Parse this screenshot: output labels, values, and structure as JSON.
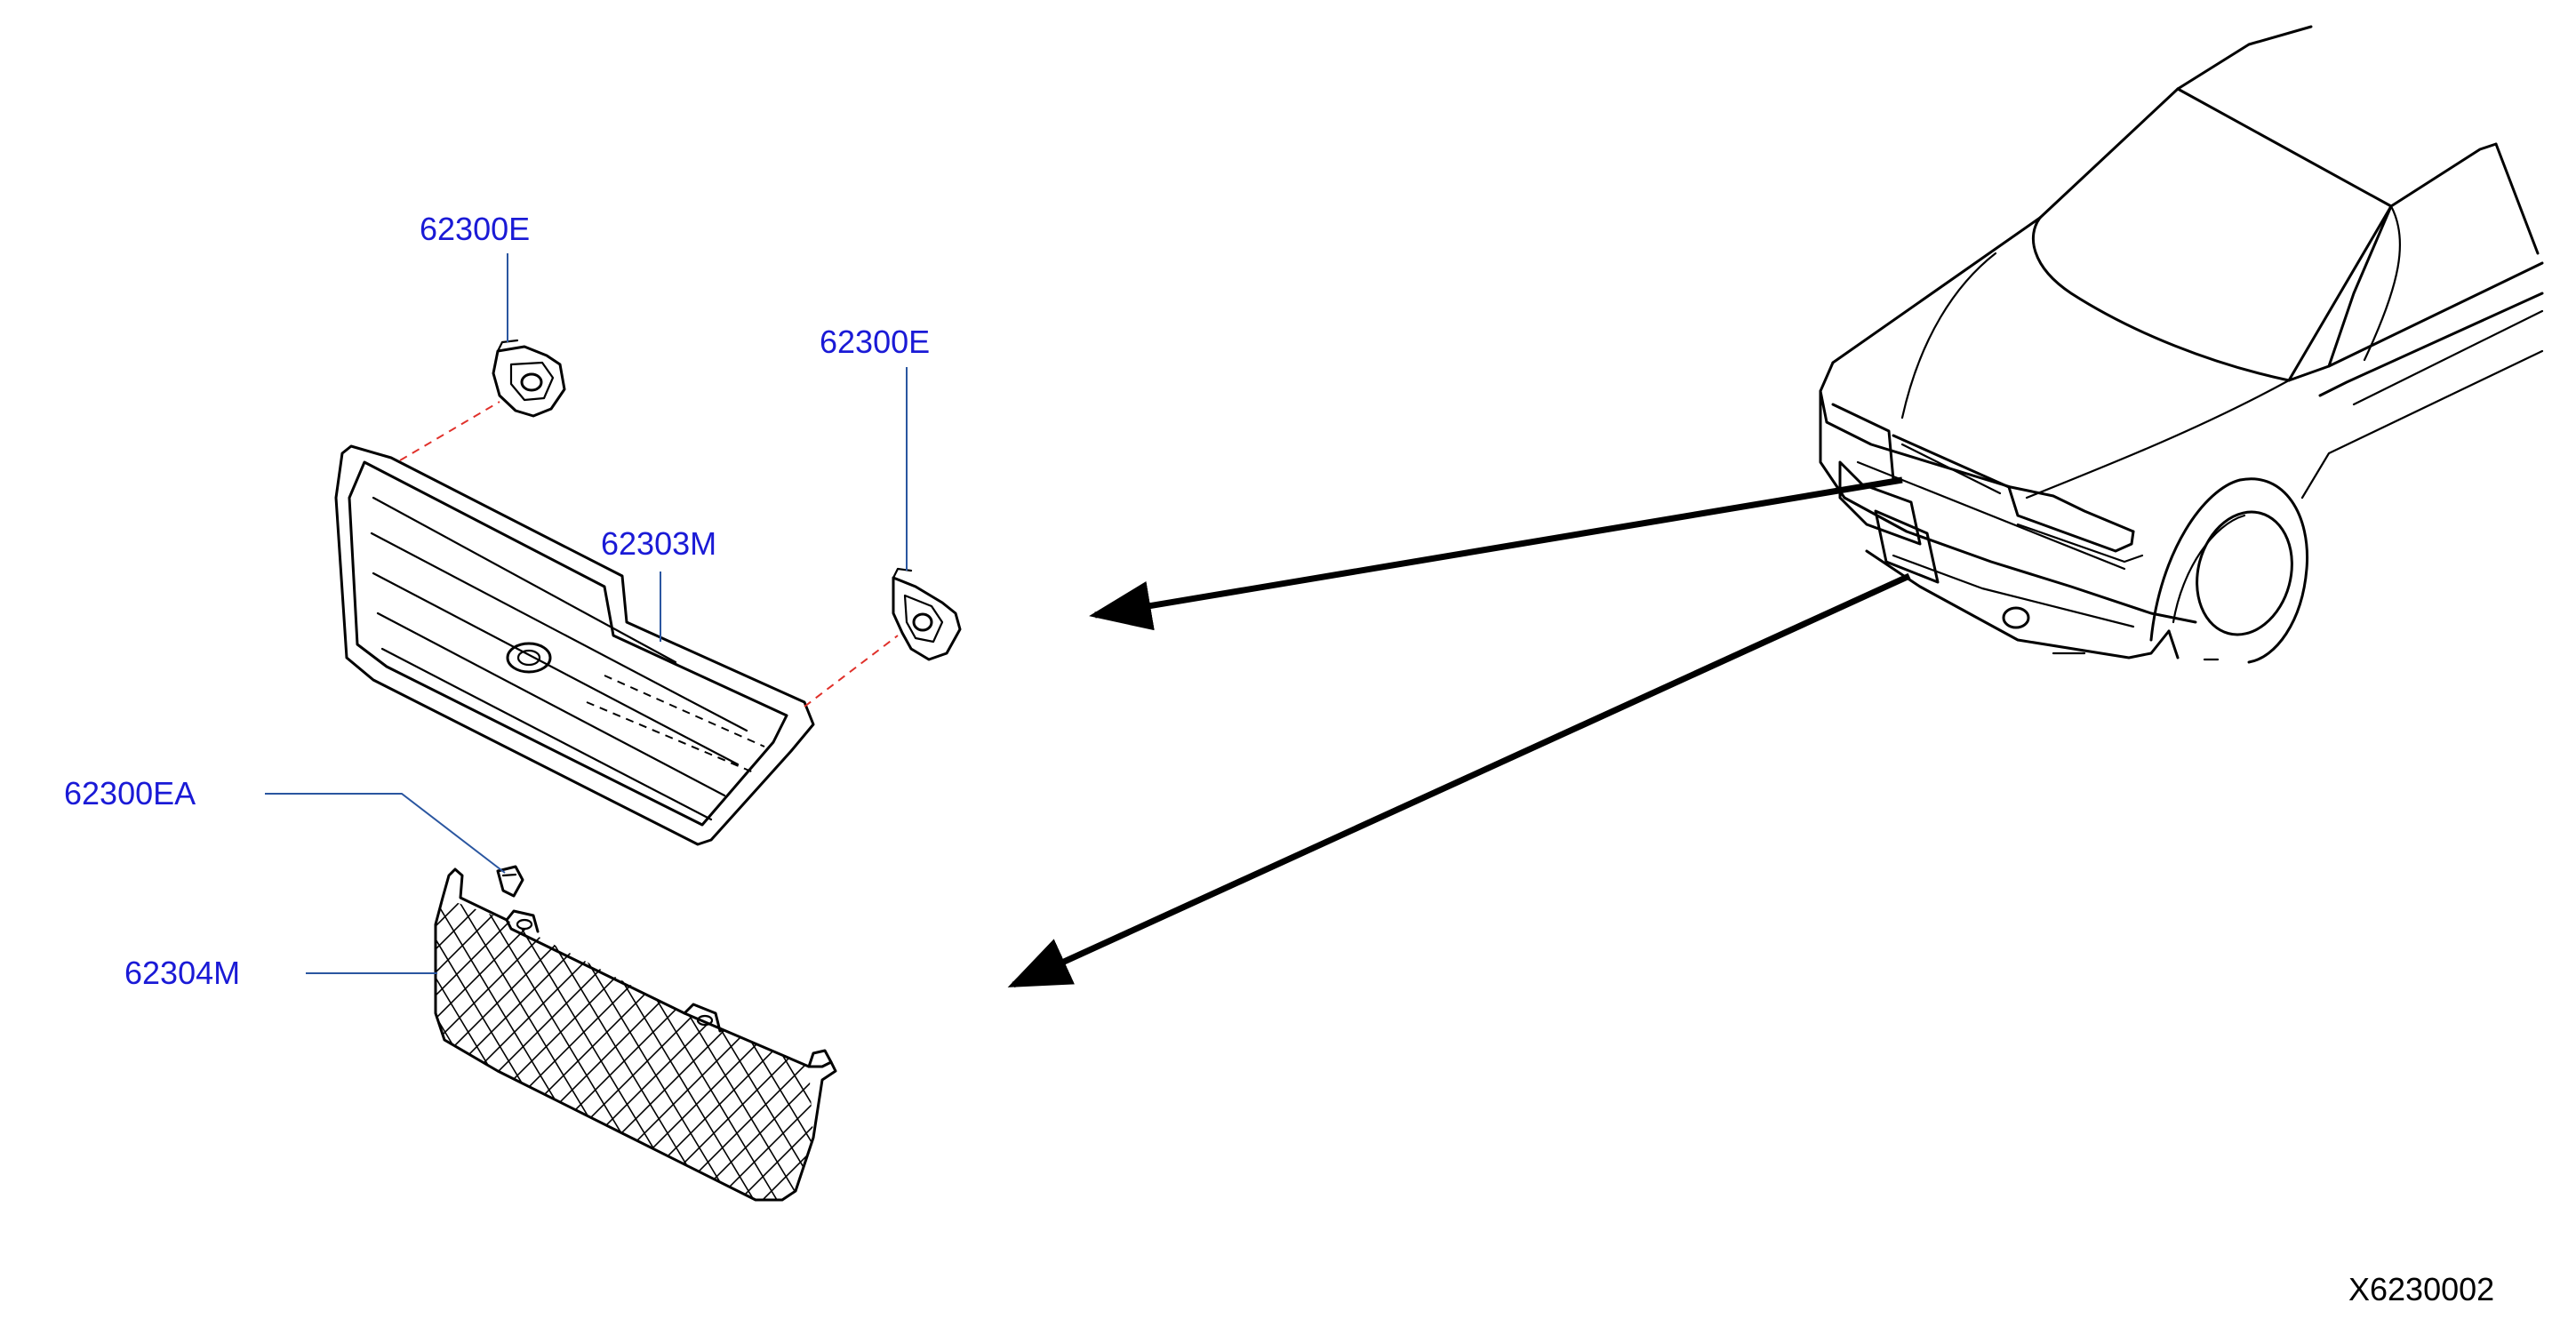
{
  "colors": {
    "callout": "#1a1ad6",
    "leader": "#2a56a0",
    "dashed_link": "#e0302a",
    "line": "#000000",
    "background": "#ffffff"
  },
  "callouts": [
    {
      "id": "clip-upper-left",
      "text": "62300E"
    },
    {
      "id": "clip-upper-right",
      "text": "62300E"
    },
    {
      "id": "grille-upper",
      "text": "62303M"
    },
    {
      "id": "clip-small",
      "text": "62300EA"
    },
    {
      "id": "grille-lower",
      "text": "62304M"
    }
  ],
  "diagram_ref": "X6230002"
}
